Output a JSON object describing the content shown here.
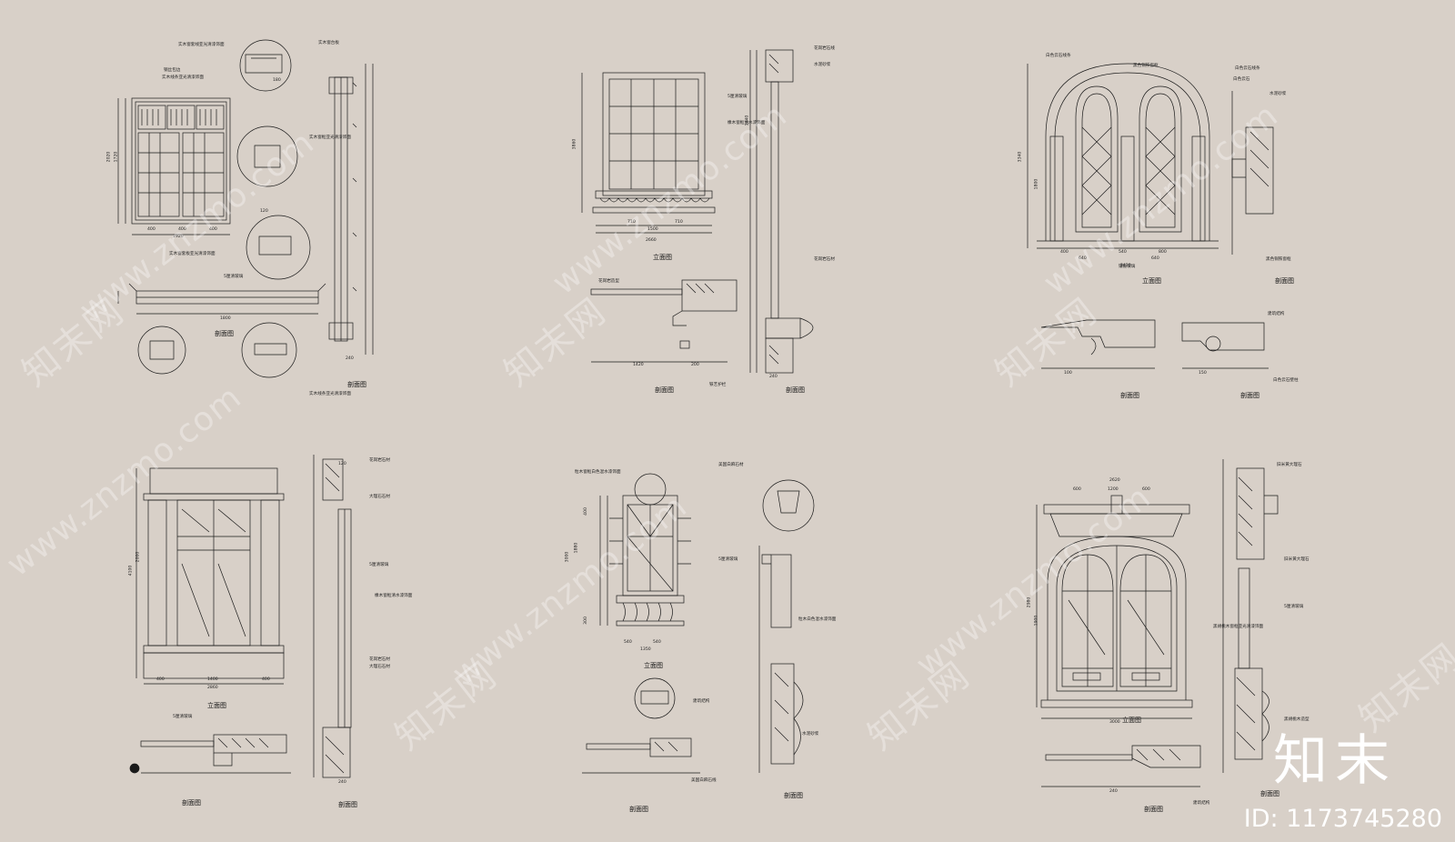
{
  "drawing": {
    "line_color": "#1a1a1a",
    "background": "#d8d0c8",
    "panels": [
      {
        "id": "p1",
        "view_titles": [
          "剖面图",
          "剖面图"
        ],
        "labels": [
          "实木窗套线亚光清漆饰面",
          "实木窗台板",
          "钢丝包边",
          "实木线条亚光清漆饰面",
          "实木窗套板亚光清漆饰面",
          "5厘清玻璃",
          "实木窗框亚光清漆饰面",
          "实木线条亚光清漆饰面"
        ],
        "dims": [
          "1920",
          "400",
          "400",
          "400",
          "1720",
          "2020",
          "180",
          "120",
          "1800",
          "240"
        ]
      },
      {
        "id": "p2",
        "view_titles": [
          "立面图",
          "剖面图",
          "剖面图"
        ],
        "labels": [
          "花岗岩石线",
          "橡木窗框清水漆饰面",
          "5厘清玻璃",
          "花岗岩造型",
          "铁艺护栏",
          "水泥砂浆",
          "花岗岩石材"
        ],
        "dims": [
          "2660",
          "1500",
          "710",
          "710",
          "1420",
          "200",
          "240",
          "3860",
          "1240"
        ]
      },
      {
        "id": "p3",
        "view_titles": [
          "立面图",
          "剖面图",
          "剖面图",
          "剖面图"
        ],
        "labels": [
          "白色云石线条",
          "黑色铜铁窗框",
          "镶嵌玻璃",
          "白色云石",
          "白色云石线条",
          "水泥砂浆",
          "建筑结构",
          "黑色铜铁窗框",
          "白色云石壁柱"
        ],
        "dims": [
          "3420",
          "640",
          "640",
          "540",
          "400",
          "800",
          "3340",
          "1800",
          "100",
          "150"
        ]
      },
      {
        "id": "p4",
        "view_titles": [
          "立面图",
          "剖面图",
          "剖面图"
        ],
        "labels": [
          "花岗岩石材",
          "大理石石材",
          "5厘清玻璃",
          "橡木窗框清水漆饰面",
          "花岗岩石材",
          "大理石石材",
          "5厘清玻璃"
        ],
        "dims": [
          "2860",
          "1400",
          "400",
          "400",
          "4100",
          "2000",
          "120",
          "240"
        ]
      },
      {
        "id": "p5",
        "view_titles": [
          "立面图",
          "剖面图",
          "剖面图"
        ],
        "labels": [
          "粒木窗框白色混水漆饰面",
          "美国白麻石材",
          "5厘清玻璃",
          "美国白麻石线",
          "建筑结构",
          "水泥砂浆",
          "粒木白色混水漆饰面"
        ],
        "dims": [
          "1350",
          "540",
          "540",
          "3000",
          "1880",
          "400",
          "300"
        ]
      },
      {
        "id": "p6",
        "view_titles": [
          "立面图",
          "剖面图",
          "剖面图"
        ],
        "labels": [
          "旧米黄大理石",
          "黑胡桃木窗框亚光清漆饰面",
          "5厘清玻璃",
          "旧米黄大理石",
          "黑胡桃木造型",
          "建筑结构"
        ],
        "dims": [
          "3000",
          "2620",
          "600",
          "1200",
          "600",
          "2980",
          "1900",
          "240"
        ]
      }
    ]
  },
  "watermark": {
    "brand": "知末网",
    "url": "www.znzmo.com",
    "logo": "知末",
    "id_text": "ID: 1173745280"
  }
}
